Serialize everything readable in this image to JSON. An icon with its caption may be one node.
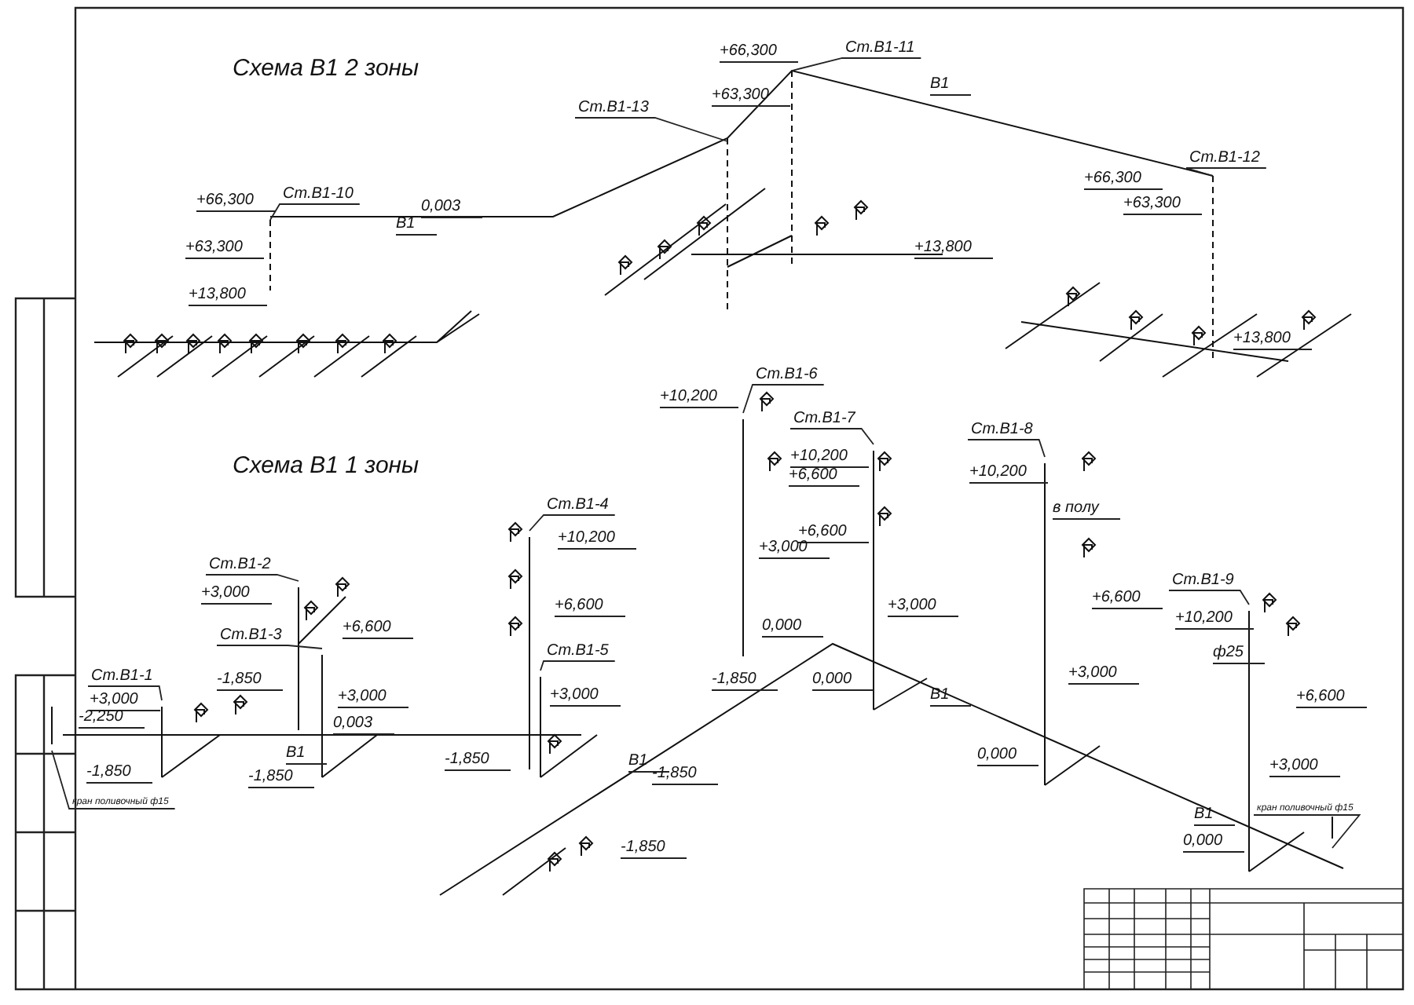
{
  "diagram": {
    "nodes": [
      {
        "text": [
          "Ст.В1-10"
        ]
      },
      {
        "text": [
          "Ст.В1-13"
        ]
      },
      {
        "text": [
          "Ст.В1-11"
        ]
      },
      {
        "text": [
          "Ст.В1-12"
        ]
      },
      {
        "text": [
          "Ст.В1-1"
        ]
      },
      {
        "text": [
          "Ст.В1-2"
        ]
      },
      {
        "text": [
          "Ст.В1-3"
        ]
      },
      {
        "text": [
          "Ст.В1-4"
        ]
      },
      {
        "text": [
          "Ст.В1-5"
        ]
      },
      {
        "text": [
          "Ст.В1-6"
        ]
      },
      {
        "text": [
          "Ст.В1-7"
        ]
      },
      {
        "text": [
          "Ст.В1-8"
        ]
      },
      {
        "text": [
          "Ст.В1-9"
        ]
      },
      {
        "text": [
          "кран поливочный ф15"
        ]
      },
      {
        "text": [
          "кран поливочный ф15"
        ]
      }
    ],
    "edges": [
      {
        "from": 0,
        "to": null,
        "arrow": "none"
      },
      {
        "from": 1,
        "to": null,
        "arrow": "none"
      },
      {
        "from": 2,
        "to": null,
        "arrow": "none"
      },
      {
        "from": 3,
        "to": null,
        "arrow": "none"
      },
      {
        "from": 4,
        "to": null,
        "arrow": "none"
      },
      {
        "from": 5,
        "to": null,
        "arrow": "none"
      },
      {
        "from": 6,
        "to": null,
        "arrow": "none"
      },
      {
        "from": 7,
        "to": null,
        "arrow": "none"
      },
      {
        "from": 8,
        "to": null,
        "arrow": "none"
      },
      {
        "from": 9,
        "to": null,
        "arrow": "none"
      },
      {
        "from": 10,
        "to": null,
        "arrow": "none"
      },
      {
        "from": 11,
        "to": null,
        "arrow": "none"
      },
      {
        "from": 12,
        "to": null,
        "arrow": "none"
      },
      {
        "from": 13,
        "to": null,
        "arrow": "none"
      },
      {
        "from": 14,
        "to": null,
        "arrow": "none"
      }
    ],
    "labels": [
      "Схема В1 2 зоны",
      "+66,300",
      "+63,300",
      "+13,800",
      "В1",
      "0,003",
      "+63,300",
      "+66,300",
      "В1",
      "+63,300",
      "+66,300",
      "+13,800",
      "+13,800",
      "Схема В1 1 зоны",
      "+3,000",
      "+6,600",
      "+3,000",
      "-1,850",
      "-2,250",
      "+3,000",
      "-1,850",
      "В1",
      "0,003",
      "-1,850",
      "+10,200",
      "+6,600",
      "+3,000",
      "-1,850",
      "В1",
      "-1,850",
      "-1,850",
      "+10,200",
      "+10,200",
      "+6,600",
      "+6,600",
      "+3,000",
      "+3,000",
      "0,000",
      "-1,850",
      "0,000",
      "В1",
      "+10,200",
      "в полу",
      "+6,600",
      "+3,000",
      "0,000",
      "+10,200",
      "ф25",
      "+6,600",
      "+3,000",
      "0,000",
      "В1"
    ]
  }
}
